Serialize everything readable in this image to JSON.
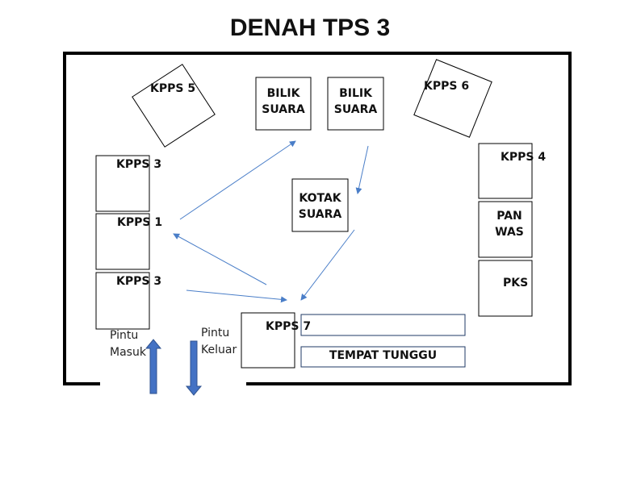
{
  "title": "DENAH TPS 3",
  "stations": {
    "kpps5": "KPPS 5",
    "kpps6": "KPPS 6",
    "bilik1_line1": "BILIK",
    "bilik1_line2": "SUARA",
    "bilik2_line1": "BILIK",
    "bilik2_line2": "SUARA",
    "kotak_line1": "KOTAK",
    "kotak_line2": "SUARA",
    "kpps3_top": "KPPS 3",
    "kpps1": "KPPS 1",
    "kpps3_bottom": "KPPS 3",
    "kpps4": "KPPS 4",
    "panwas_line1": "PAN",
    "panwas_line2": "WAS",
    "pks": "PKS",
    "kpps7": "KPPS 7",
    "tempat_tunggu": "TEMPAT TUNGGU"
  },
  "doors": {
    "masuk_line1": "Pintu",
    "masuk_line2": "Masuk",
    "keluar_line1": "Pintu",
    "keluar_line2": "Keluar"
  },
  "colors": {
    "wall": "#000000",
    "flow_arrow": "#4a7ec8",
    "door_arrow": "#4472c4",
    "door_arrow_edge": "#2f528f"
  }
}
